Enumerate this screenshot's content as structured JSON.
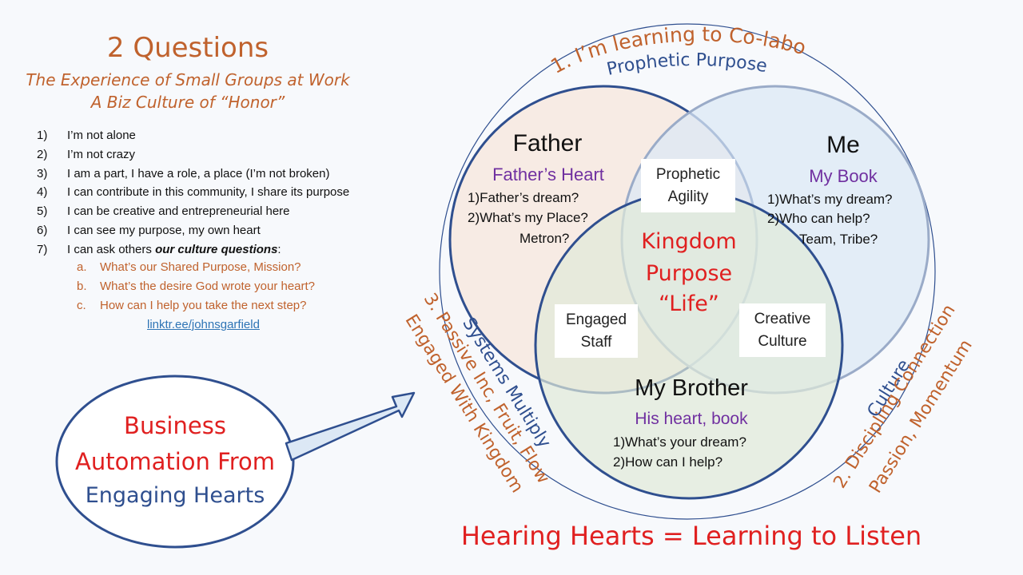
{
  "header": {
    "title": "2 Questions",
    "subtitle_1": "The Experience of Small Groups at Work",
    "subtitle_2": "A Biz Culture of “Honor”"
  },
  "questions": [
    {
      "num": "1)",
      "text": "I’m not alone"
    },
    {
      "num": "2)",
      "text": "I’m not crazy"
    },
    {
      "num": "3)",
      "text": "I am a part, I have a role, a place (I’m not broken)"
    },
    {
      "num": "4)",
      "text": "I can contribute in this community, I share its purpose"
    },
    {
      "num": "5)",
      "text": "I can be creative and entrepreneurial here"
    },
    {
      "num": "6)",
      "text": "I can see my purpose, my own heart"
    },
    {
      "num": "7)",
      "text": "I can ask others ",
      "bold": "our culture questions",
      "tail": ":"
    }
  ],
  "culture_questions": [
    {
      "num": "a.",
      "text": "What’s our Shared Purpose, Mission?"
    },
    {
      "num": "b.",
      "text": "What’s the desire God wrote your heart?"
    },
    {
      "num": "c.",
      "text": "How can I help you take the next step?"
    }
  ],
  "link": "linktr.ee/johnsgarfield",
  "business": {
    "line1": "Business",
    "line2": "Automation From",
    "line3": "Engaging Hearts"
  },
  "outer_ring": {
    "top_orange": "1. I’m learning to Co-labor",
    "top_blue": "Prophetic Purpose",
    "left_blue": "Systems Multiply",
    "left_orange_1": "3. Passive Inc, Fruit, Flow",
    "left_orange_2": "Engaged With Kingdom",
    "right_blue": "Culture",
    "right_orange_1": "2. Discipling Connection",
    "right_orange_2": "Passion, Momentum"
  },
  "father": {
    "title": "Father",
    "subtitle": "Father’s Heart",
    "line1": "1)Father’s dream?",
    "line2": "2)What’s my Place?",
    "line3": "Metron?"
  },
  "me": {
    "title": "Me",
    "subtitle": "My Book",
    "line1": "1)What’s my dream?",
    "line2": "2)Who can help?",
    "line3": "Team, Tribe?"
  },
  "brother": {
    "title": "My Brother",
    "subtitle": "His heart, book",
    "line1": "1)What’s your dream?",
    "line2": "2)How can I help?"
  },
  "overlaps": {
    "prophetic_1": "Prophetic",
    "prophetic_2": "Agility",
    "engaged_1": "Engaged",
    "engaged_2": "Staff",
    "creative_1": "Creative",
    "creative_2": "Culture"
  },
  "center": {
    "line1": "Kingdom",
    "line2": "Purpose",
    "line3": "“Life”"
  },
  "footer": "Hearing Hearts = Learning to Listen",
  "colors": {
    "orange": "#c0622d",
    "blue": "#2f4f8f",
    "purple": "#7030a0",
    "red": "#e02020",
    "father_fill": "#f7e6dc",
    "me_fill": "#dce8f5",
    "brother_fill": "#dfead8",
    "outline": "#2f4f8f"
  }
}
